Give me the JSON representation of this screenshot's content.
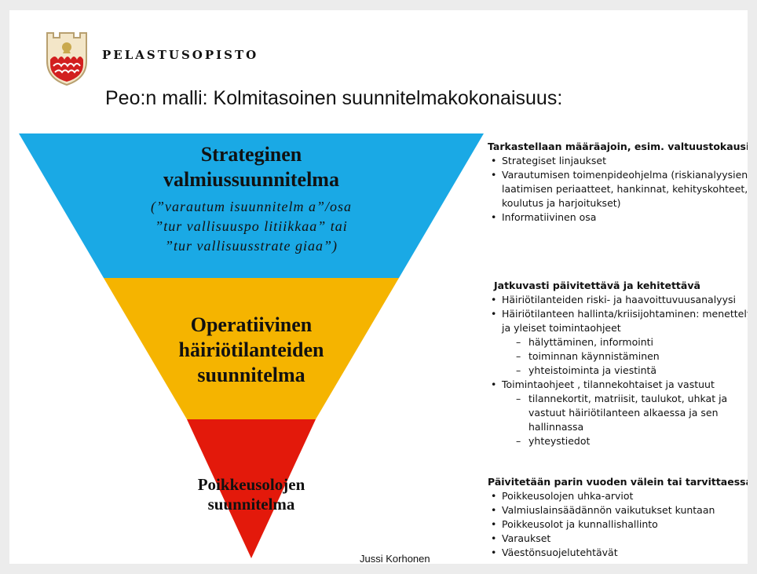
{
  "header": {
    "org_name": "PELASTUSOPISTO",
    "title": "Peo:n malli: Kolmitasoinen suunnitelmakokonaisuus:"
  },
  "colors": {
    "top": "#1aa9e5",
    "middle": "#f5b400",
    "bottom": "#e3190b",
    "logo_red": "#d21f1f",
    "logo_frame": "#b8a070"
  },
  "pyramid": {
    "top": {
      "title_lines": [
        "Strateginen",
        "valmiussuunnitelma"
      ],
      "subtitle_lines": [
        "(”varautum isuunnitelm a”/osa",
        "”tur vallisuuspo litiikkaa” tai",
        "”tur vallisuusstrate giaa”)"
      ]
    },
    "middle": {
      "title_lines": [
        "Operatiivinen",
        "häiriötilanteiden",
        "suunnitelma"
      ]
    },
    "bottom": {
      "title_lines": [
        "Poikkeusolojen",
        "suunnitelma"
      ]
    }
  },
  "author": "Jussi Korhonen",
  "sections": [
    {
      "heading": "Tarkastellaan määräajoin, esim. valtuustokausi",
      "items": [
        {
          "text": "Strategiset linjaukset"
        },
        {
          "text": "Varautumisen toimenpideohjelma (riskianalyysien laatimisen periaatteet, hankinnat, kehityskohteet, koulutus ja harjoitukset)"
        },
        {
          "text": "Informatiivinen osa"
        }
      ]
    },
    {
      "heading": "Jatkuvasti päivitettävä ja kehitettävä",
      "items": [
        {
          "text": "Häiriötilanteiden riski- ja haavoittuvuusanalyysi"
        },
        {
          "text": "Häiriötilanteen hallinta/kriisijohtaminen: menettelyt ja yleiset toimintaohjeet",
          "sub": [
            "hälyttäminen, informointi",
            "toiminnan käynnistäminen",
            "yhteistoiminta ja viestintä"
          ]
        },
        {
          "text": "Toimintaohjeet , tilannekohtaiset ja vastuut",
          "sub": [
            "tilannekortit, matriisit, taulukot, uhkat ja vastuut häiriötilanteen alkaessa ja sen hallinnassa",
            "yhteystiedot"
          ]
        }
      ]
    },
    {
      "heading": "Päivitetään parin vuoden välein tai tarvittaessa",
      "items": [
        {
          "text": "Poikkeusolojen uhka-arviot"
        },
        {
          "text": "Valmiuslainsäädännön vaikutukset kuntaan"
        },
        {
          "text": "Poikkeusolot ja kunnallishallinto"
        },
        {
          "text": "Varaukset"
        },
        {
          "text": "Väestönsuojelutehtävät"
        }
      ]
    }
  ]
}
